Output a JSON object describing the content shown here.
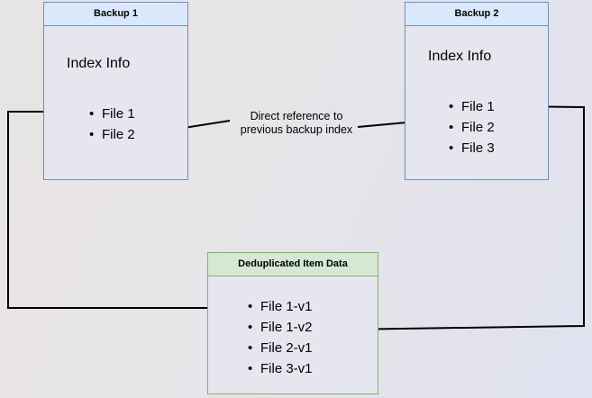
{
  "diagram": {
    "title_hidden": "",
    "background_colors": {
      "left": "#e7e4e6",
      "right": "#dfe2f0"
    },
    "nodes": [
      {
        "id": "backup1",
        "header": "Backup 1",
        "body_title": "Index Info",
        "accent_color": "#6c8ebf",
        "header_fill": "#dae8fc",
        "items": [
          "File 1",
          "File 2"
        ]
      },
      {
        "id": "backup2",
        "header": "Backup 2",
        "body_title": "Index Info",
        "accent_color": "#6c8ebf",
        "header_fill": "#dae8fc",
        "items": [
          "File 1",
          "File 2",
          "File 3"
        ]
      },
      {
        "id": "dedup",
        "header": "Deduplicated Item Data",
        "body_title": "",
        "accent_color": "#82b366",
        "header_fill": "#d5e8d4",
        "items": [
          "File 1-v1",
          "File 1-v2",
          "File 2-v1",
          "File 3-v1"
        ]
      }
    ],
    "edges": [
      {
        "id": "reference-edge",
        "label_line1": "Direct reference to",
        "label_line2": "previous backup index",
        "from": "backup2-file2",
        "to": "backup1-file2",
        "color": "#000000"
      },
      {
        "id": "backup1-to-dedup-edge",
        "from": "backup1-file1",
        "to": "dedup-file1v1",
        "color": "#000000"
      },
      {
        "id": "backup2-to-dedup-edge",
        "from": "backup2-file1",
        "to": "dedup-file1v2",
        "color": "#000000"
      }
    ]
  }
}
